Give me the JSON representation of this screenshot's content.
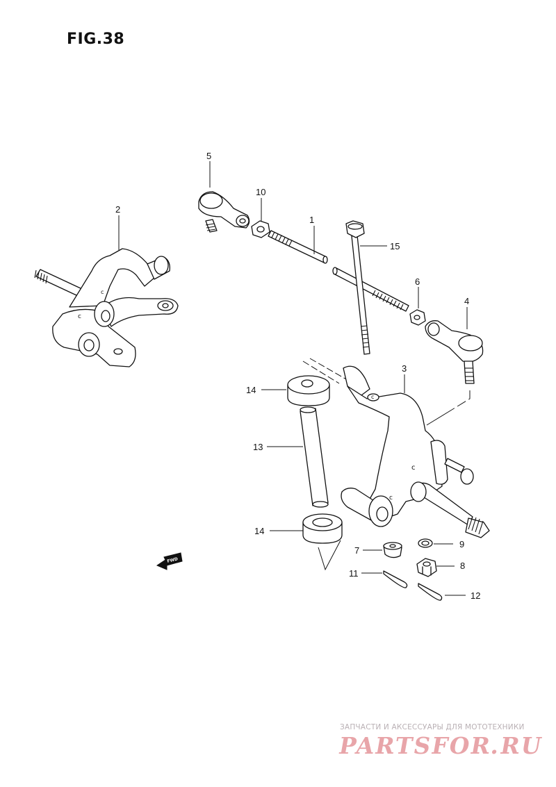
{
  "figure": {
    "title": "FIG.38"
  },
  "callouts": [
    {
      "id": "callout-1",
      "text": "1"
    },
    {
      "id": "callout-2",
      "text": "2"
    },
    {
      "id": "callout-3",
      "text": "3"
    },
    {
      "id": "callout-4",
      "text": "4"
    },
    {
      "id": "callout-5",
      "text": "5"
    },
    {
      "id": "callout-6",
      "text": "6"
    },
    {
      "id": "callout-7",
      "text": "7"
    },
    {
      "id": "callout-8",
      "text": "8"
    },
    {
      "id": "callout-9",
      "text": "9"
    },
    {
      "id": "callout-10",
      "text": "10"
    },
    {
      "id": "callout-11",
      "text": "11"
    },
    {
      "id": "callout-12",
      "text": "12"
    },
    {
      "id": "callout-13",
      "text": "13"
    },
    {
      "id": "callout-14a",
      "text": "14"
    },
    {
      "id": "callout-14b",
      "text": "14"
    },
    {
      "id": "callout-15",
      "text": "15"
    }
  ],
  "direction_arrow": {
    "label": "FWD",
    "icon": "fwd-arrow-icon"
  },
  "watermark": {
    "caption": "ЗАПЧАСТИ И АКСЕССУАРЫ ДЛЯ МОТОТЕХНИКИ",
    "logo": "PARTSFOR.RU",
    "logo_color": "#c8283280"
  }
}
